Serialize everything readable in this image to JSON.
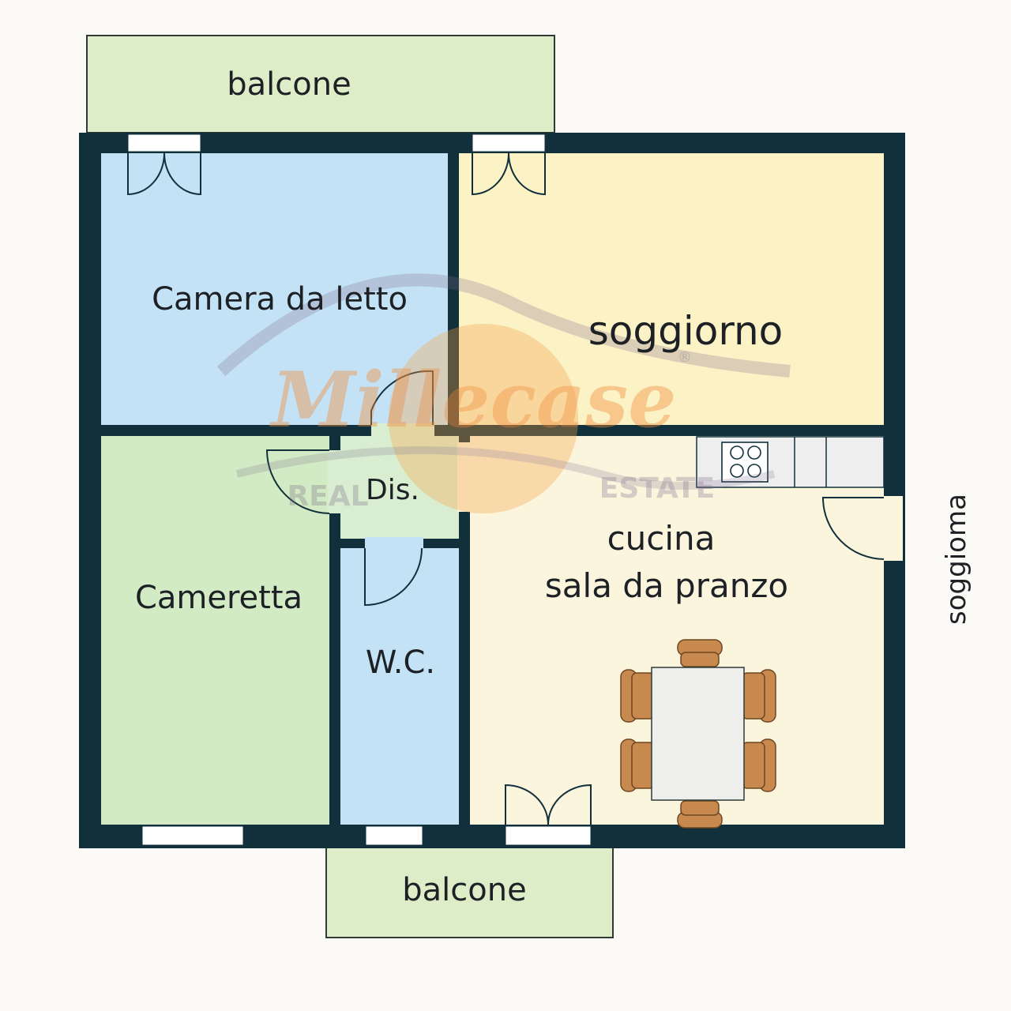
{
  "colors": {
    "wall": "#12303c",
    "balcony": "#dcedc8",
    "bedroom": "#c4e2f5",
    "living": "#fbf2c6",
    "small_room": "#d2ebc4",
    "hallway": "#d9eed0",
    "bathroom": "#c4e2f5",
    "kitchen": "#fbf5dd",
    "furniture_wood": "#c7894e",
    "table": "#eeeeec",
    "watermark_orange": "#f08a3a",
    "watermark_purple": "#7a6a8a"
  },
  "rooms": {
    "balcone_top": "balcone",
    "camera": "Camera da letto",
    "soggiorno": "soggiorno",
    "dis": "Dis.",
    "cameretta": "Cameretta",
    "wc": "W.C.",
    "cucina_line1": "cucina",
    "cucina_line2": "sala da pranzo",
    "balcone_bottom": "balcone",
    "soggioma": "soggioma"
  },
  "watermark": {
    "brand": "Millecase",
    "left": "REAL",
    "right": "ESTATE",
    "mark": "®"
  },
  "icons": {
    "stove": "stove-icon",
    "dining_table": "dining-table-icon",
    "chair": "chair-icon",
    "door": "door-swing-icon",
    "window": "window-icon"
  }
}
